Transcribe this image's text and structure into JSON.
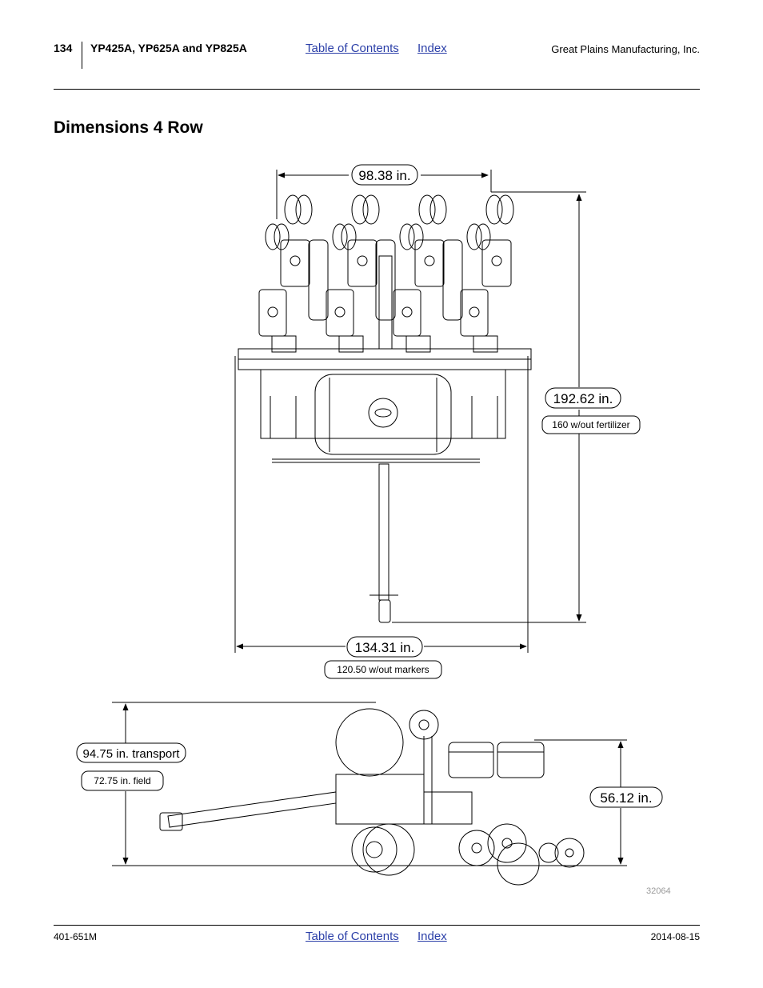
{
  "header": {
    "page_number": "134",
    "doc_title": "YP425A, YP625A and YP825A",
    "toc_link": "Table of Contents",
    "index_link": "Index",
    "company": "Great Plains Manufacturing, Inc."
  },
  "section": {
    "title": "Dimensions 4 Row"
  },
  "top_view": {
    "row_width": "98.38 in.",
    "overall_length": "192.62 in.",
    "length_no_fert": "160 w/out fertilizer",
    "overall_width": "134.31 in.",
    "width_no_markers": "120.50 w/out markers"
  },
  "side_view": {
    "height_transport": "94.75 in. transport",
    "height_field": "72.75 in. field",
    "hopper_height": "56.12 in."
  },
  "figure_number": "32064",
  "footer": {
    "doc_number": "401-651M",
    "toc_link": "Table of Contents",
    "index_link": "Index",
    "date": "2014-08-15"
  }
}
